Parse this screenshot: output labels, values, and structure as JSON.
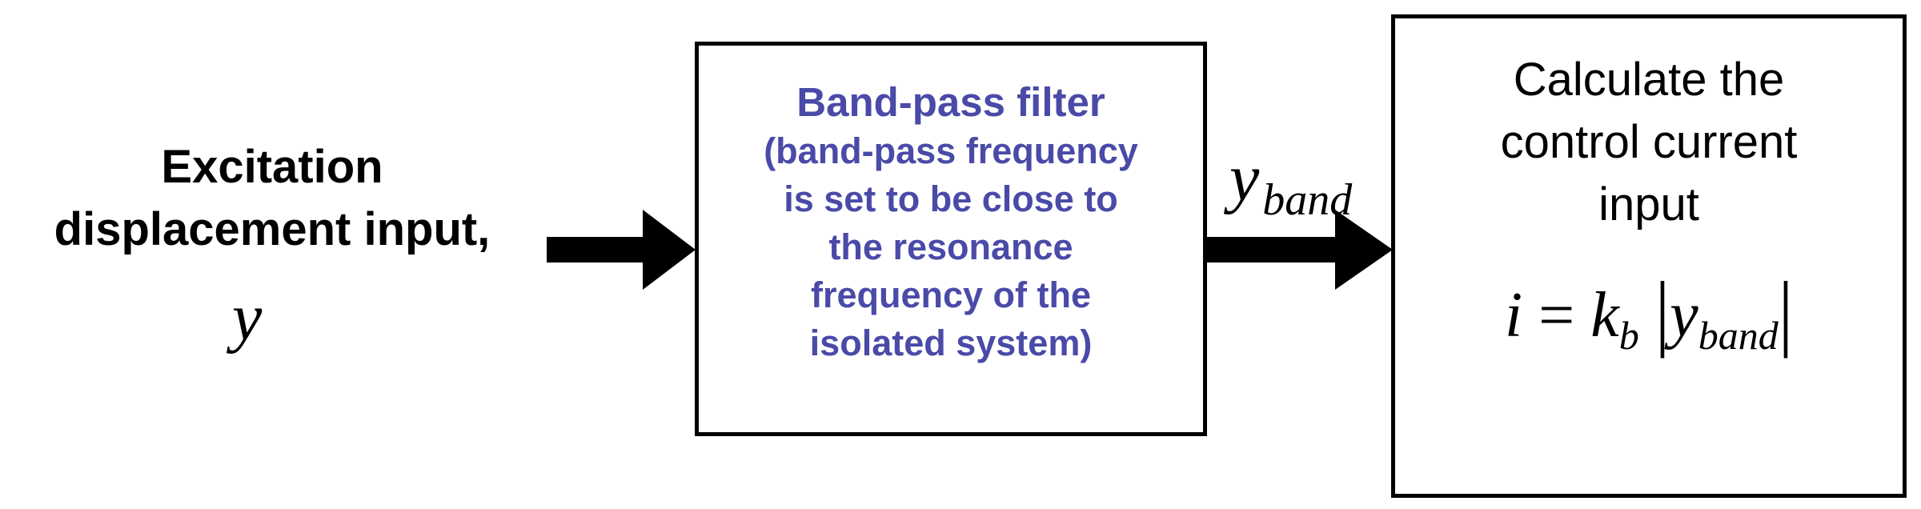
{
  "input": {
    "label_line1": "Excitation",
    "label_line2": "displacement input,",
    "symbol": "y"
  },
  "filter": {
    "title": "Band-pass filter",
    "description_lines": [
      "(band-pass frequency",
      "is set to be close to",
      "the resonance",
      "frequency of the",
      "isolated system)"
    ],
    "text_color": "#4a4aa8"
  },
  "intermediate": {
    "symbol": "y",
    "subscript": "band"
  },
  "calculation": {
    "title_lines": [
      "Calculate the",
      "control current",
      "input"
    ],
    "formula": {
      "lhs": "i",
      "equals": "=",
      "coef": "k",
      "coef_sub": "b",
      "abs_open": "|",
      "var": "y",
      "var_sub": "band",
      "abs_close": "|"
    }
  }
}
